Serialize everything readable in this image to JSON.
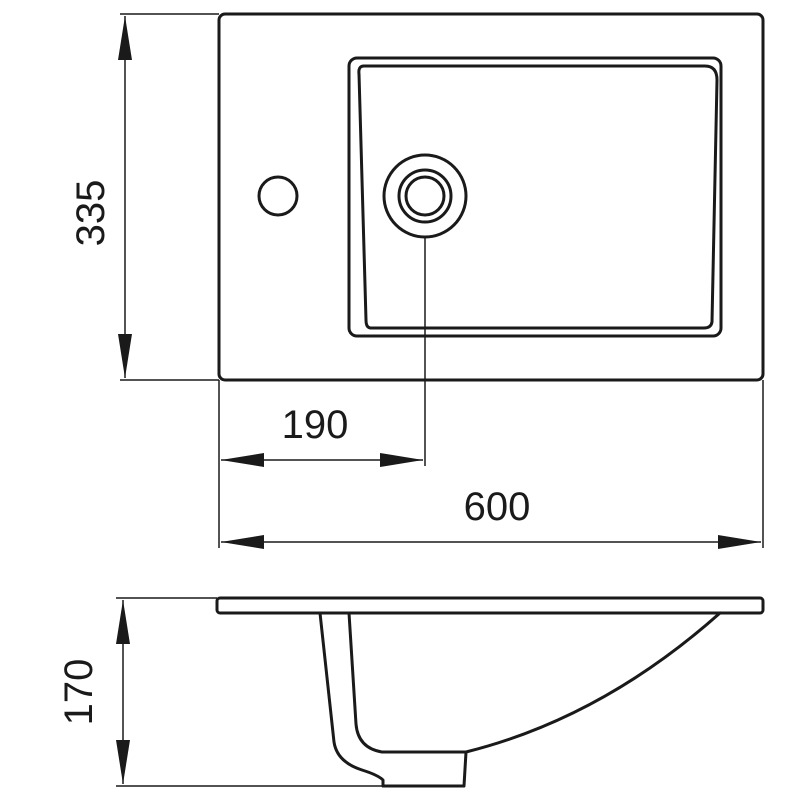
{
  "dimensions": {
    "height_top": "335",
    "offset": "190",
    "width": "600",
    "height_side": "170"
  },
  "colors": {
    "line": "#1a1a1a",
    "background": "#ffffff"
  }
}
